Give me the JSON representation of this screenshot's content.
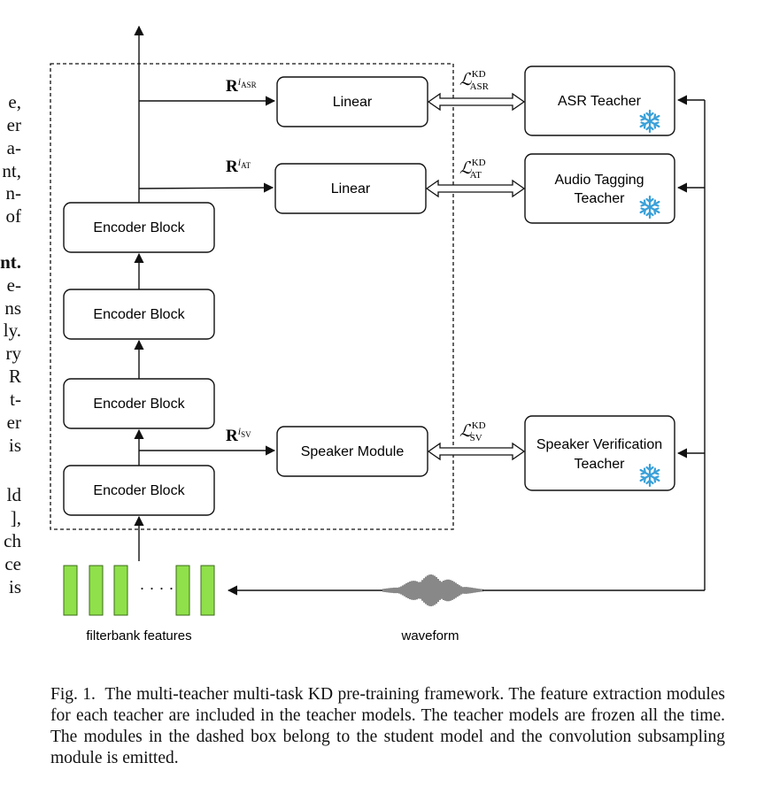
{
  "left_column": [
    {
      "text": "e,",
      "bold": false
    },
    {
      "text": "er",
      "bold": false
    },
    {
      "text": "a-",
      "bold": false
    },
    {
      "text": "nt,",
      "bold": false
    },
    {
      "text": "n-",
      "bold": false
    },
    {
      "text": "of",
      "bold": false
    },
    {
      "text": "",
      "bold": false
    },
    {
      "text": "nt.",
      "bold": true
    },
    {
      "text": "e-",
      "bold": false
    },
    {
      "text": "ns",
      "bold": false
    },
    {
      "text": "ly.",
      "bold": false
    },
    {
      "text": "ry",
      "bold": false
    },
    {
      "text": "R",
      "bold": false
    },
    {
      "text": "t-",
      "bold": false
    },
    {
      "text": "er",
      "bold": false
    },
    {
      "text": "is",
      "bold": false
    },
    {
      "text": "",
      "bold": false
    },
    {
      "text": "ld",
      "bold": false
    },
    {
      "text": "],",
      "bold": false
    },
    {
      "text": "ch",
      "bold": false
    },
    {
      "text": "ce",
      "bold": false
    },
    {
      "text": "is",
      "bold": false
    }
  ],
  "diagram": {
    "encoder_blocks": [
      "Encoder Block",
      "Encoder Block",
      "Encoder Block",
      "Encoder Block"
    ],
    "linear_asr": "Linear",
    "linear_at": "Linear",
    "speaker_module": "Speaker Module",
    "teachers": {
      "asr": [
        "ASR Teacher"
      ],
      "at": [
        "Audio Tagging",
        "Teacher"
      ],
      "sv": [
        "Speaker Verification",
        "Teacher"
      ]
    },
    "rep_labels": {
      "asr": {
        "base": "R",
        "sup": "i",
        "sub": "ASR"
      },
      "at": {
        "base": "R",
        "sup": "i",
        "sub": "AT"
      },
      "sv": {
        "base": "R",
        "sup": "i",
        "sub": "SV"
      }
    },
    "loss_labels": {
      "asr": {
        "base": "ℒ",
        "sup": "KD",
        "sub": "ASR"
      },
      "at": {
        "base": "ℒ",
        "sup": "KD",
        "sub": "AT"
      },
      "sv": {
        "base": "ℒ",
        "sup": "KD",
        "sub": "SV"
      }
    },
    "dots": "· · · ·",
    "filterbank_label": "filterbank features",
    "waveform_label": "waveform",
    "colors": {
      "filterbank_fill": "#8fe04a",
      "filterbank_stroke": "#3b6b1a",
      "snowflake": "#3aa0d8",
      "line": "#111111"
    },
    "icons": [
      "snowflake-icon"
    ]
  },
  "caption": {
    "label": "Fig. 1.",
    "text": "The multi-teacher multi-task KD pre-training framework. The feature extraction modules for each teacher are included in the teacher models. The teacher models are frozen all the time. The modules in the dashed box belong to the student model and the convolution subsampling module is emitted."
  }
}
